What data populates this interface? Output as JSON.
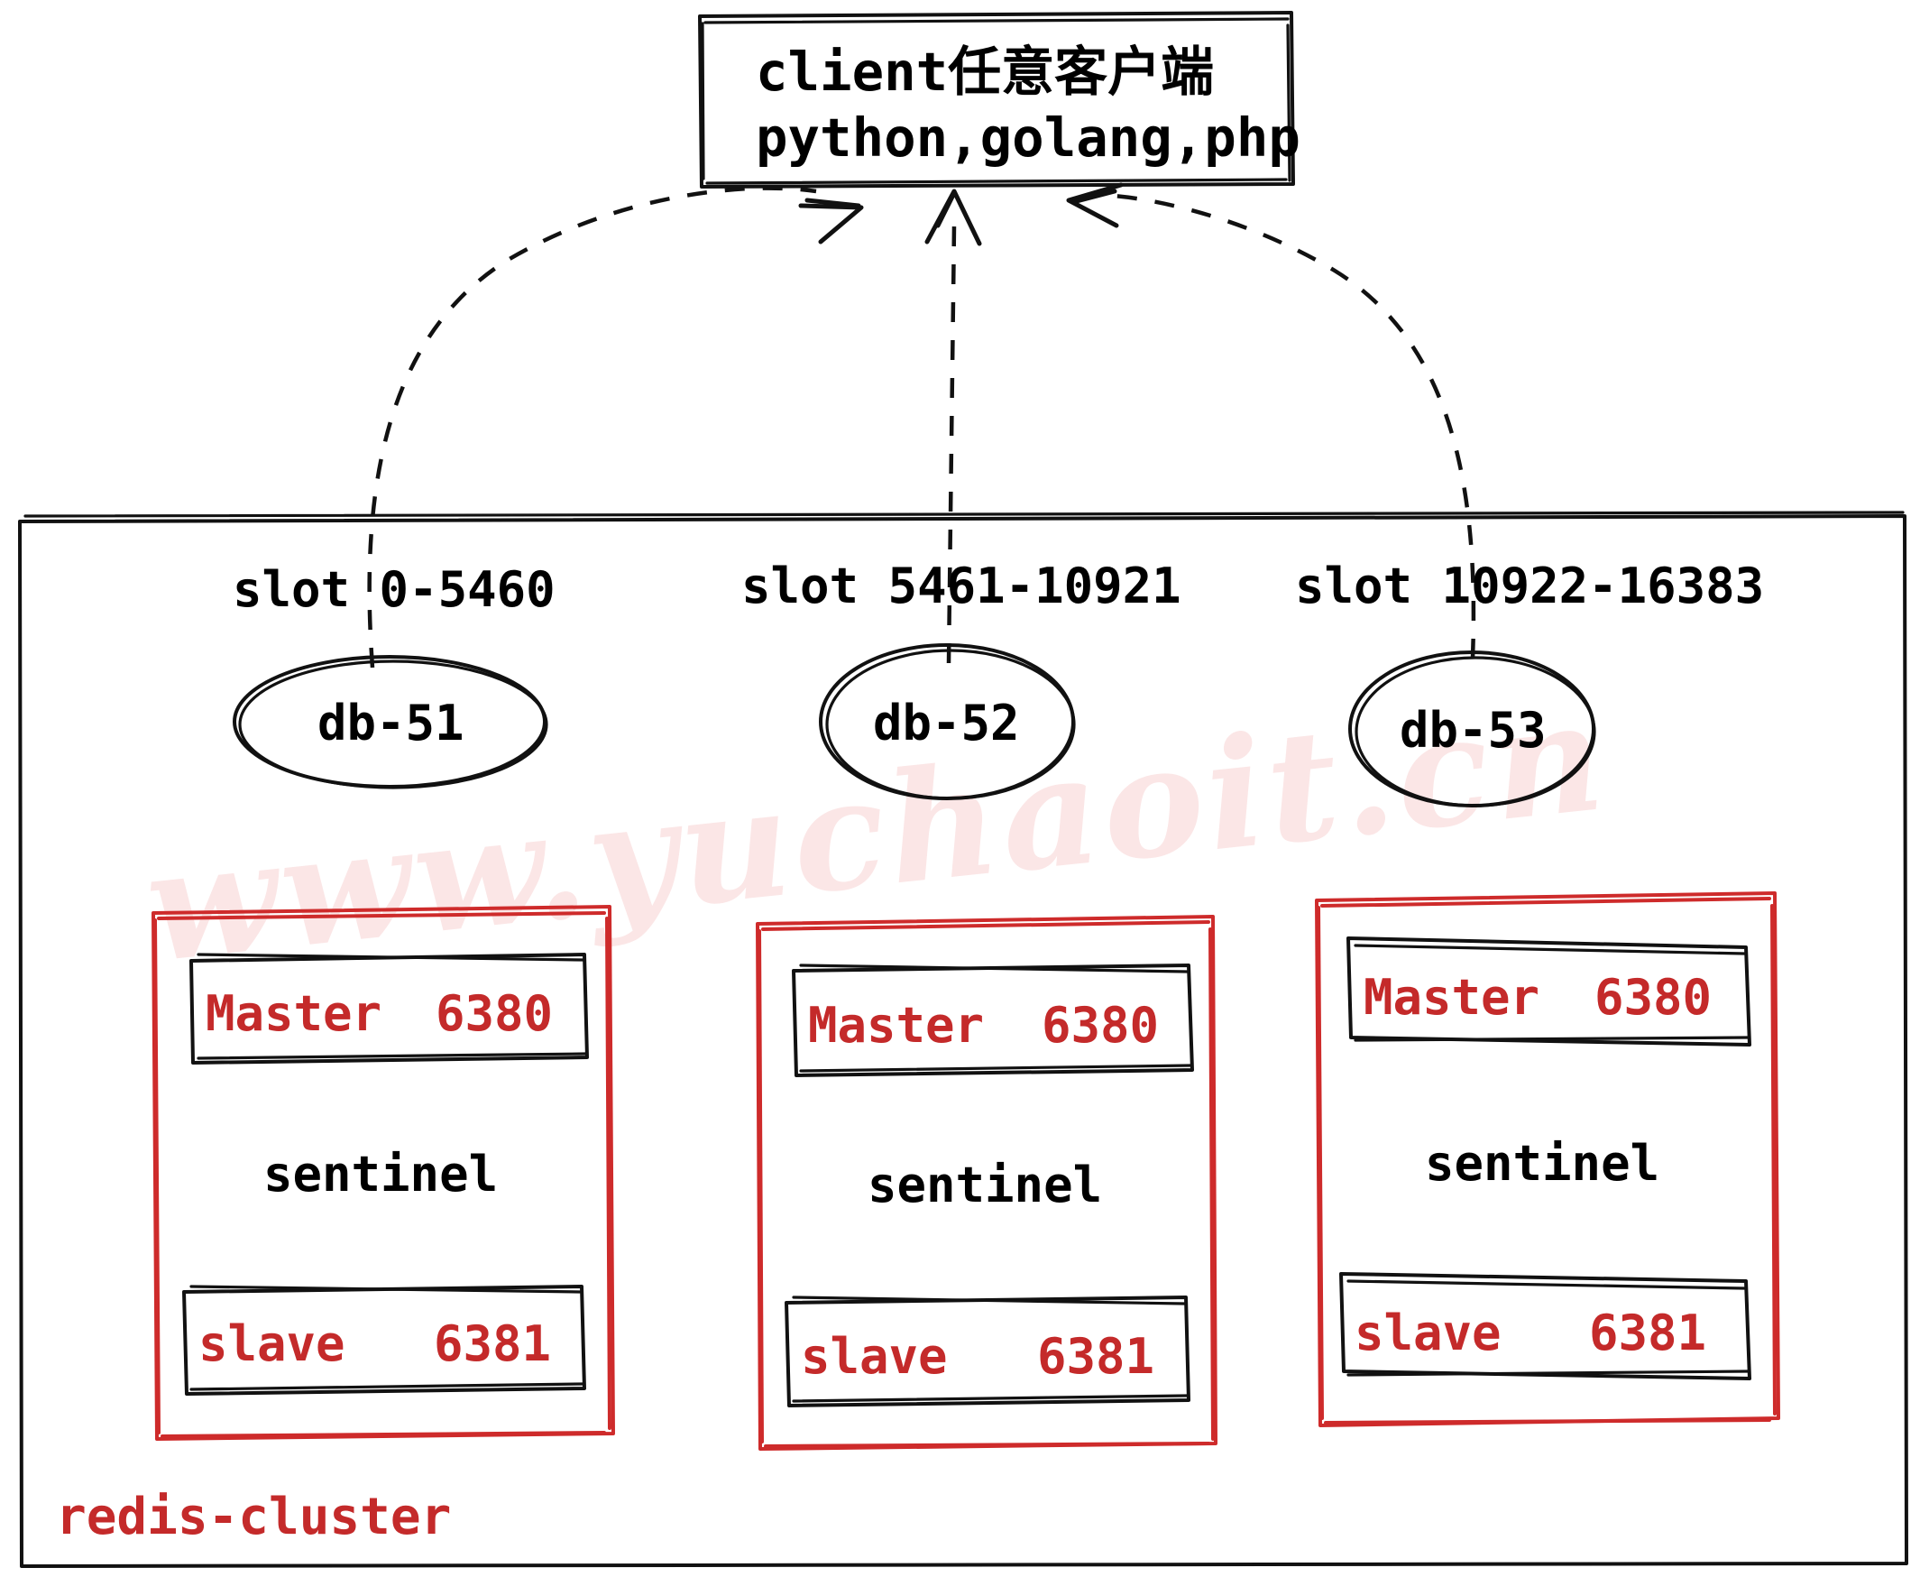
{
  "diagram": {
    "title": "redis-cluster architecture",
    "colors": {
      "ink": "#111111",
      "red_accent": "#C42A2A",
      "red_box": "#CE2B2B",
      "watermark": "#FBE6E6",
      "background": "#FFFFFF"
    }
  },
  "client_box": {
    "line1": "client任意客户端",
    "line2": "python,golang,php"
  },
  "watermark": {
    "text": "www.yuchaoit.cn"
  },
  "cluster": {
    "label": "redis-cluster",
    "nodes": [
      {
        "slot_label": "slot 0-5460",
        "node_name": "db-51",
        "master_role": "Master",
        "master_port": "6380",
        "sentinel_label": "sentinel",
        "slave_role": "slave",
        "slave_port": "6381"
      },
      {
        "slot_label": "slot 5461-10921",
        "node_name": "db-52",
        "master_role": "Master",
        "master_port": "6380",
        "sentinel_label": "sentinel",
        "slave_role": "slave",
        "slave_port": "6381"
      },
      {
        "slot_label": "slot 10922-16383",
        "node_name": "db-53",
        "master_role": "Master",
        "master_port": "6380",
        "sentinel_label": "sentinel",
        "slave_role": "slave",
        "slave_port": "6381"
      }
    ]
  },
  "connections": [
    {
      "from": "db-51",
      "to": "client",
      "style": "dashed-arrow"
    },
    {
      "from": "db-52",
      "to": "client",
      "style": "dashed-arrow"
    },
    {
      "from": "db-53",
      "to": "client",
      "style": "dashed-arrow"
    }
  ]
}
